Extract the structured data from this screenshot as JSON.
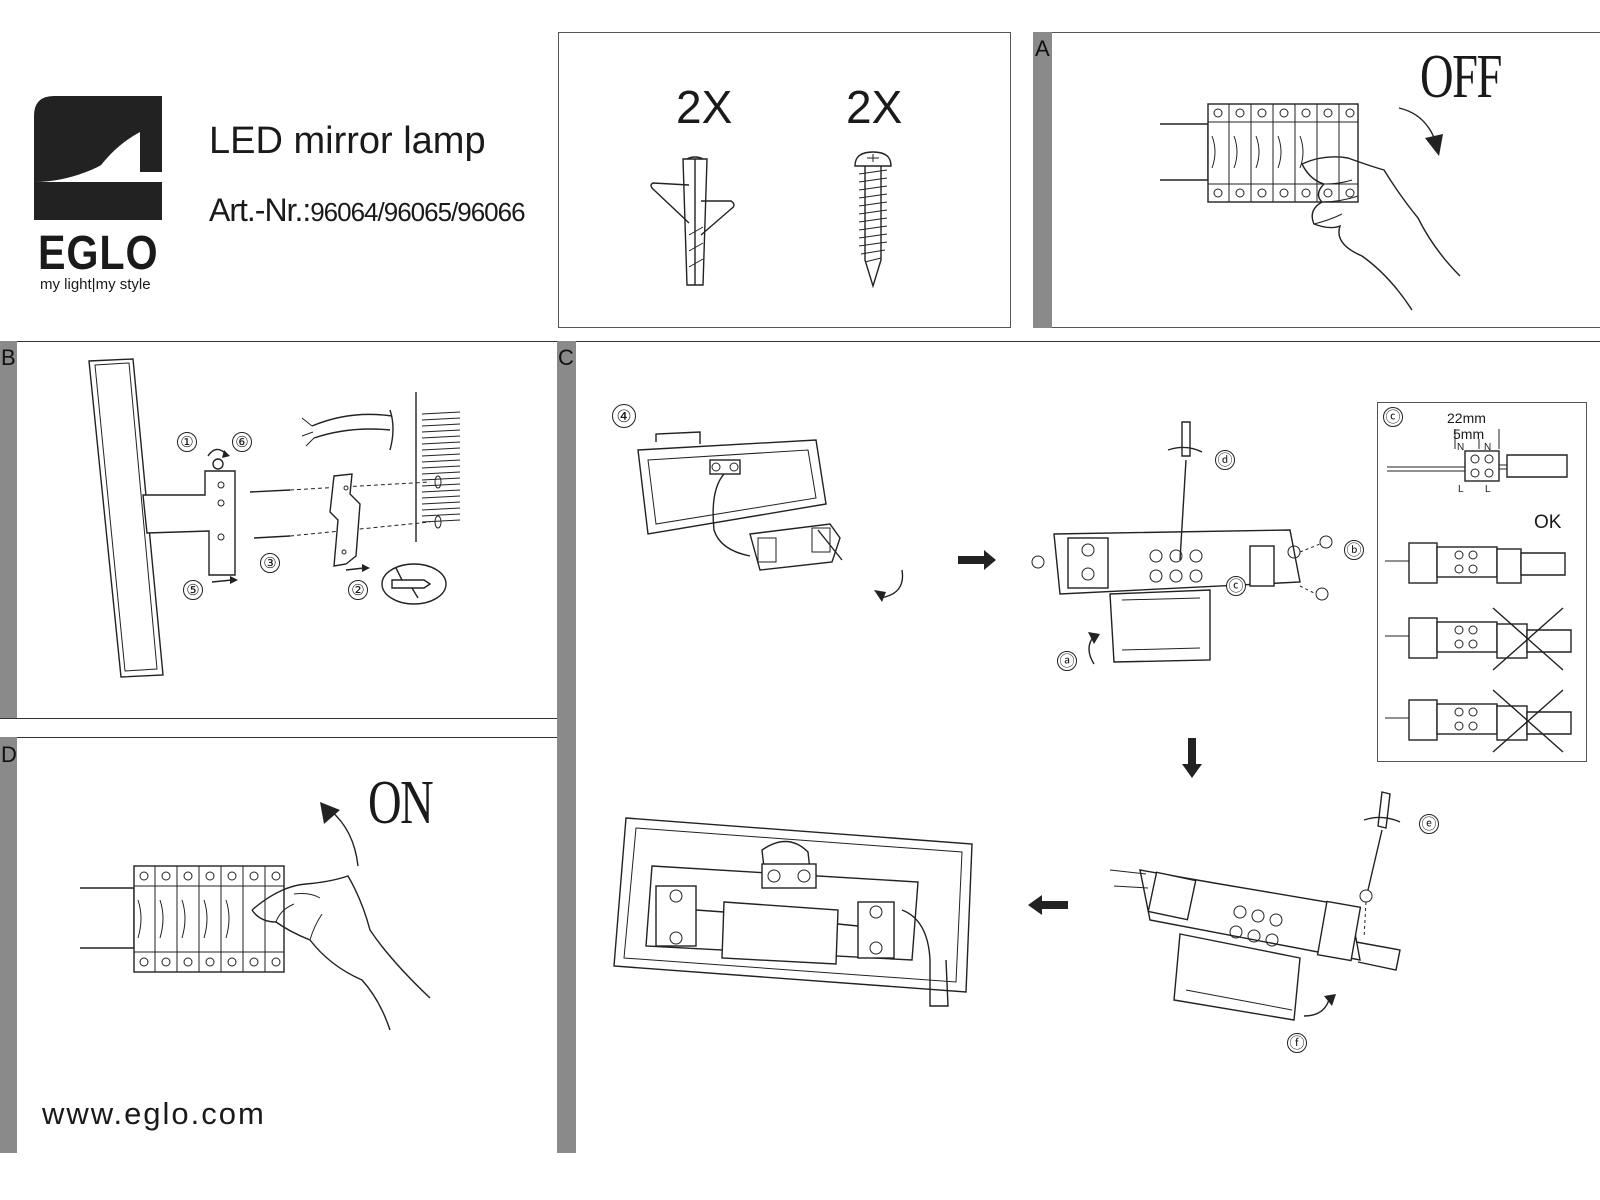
{
  "brand": {
    "name": "EGLO",
    "slogan": "my light|my style",
    "website": "www.eglo.com"
  },
  "product": {
    "title": "LED mirror lamp",
    "art_label": "Art.-Nr.:",
    "art_numbers": "96064/96065/96066"
  },
  "parts": [
    {
      "qty": "2X",
      "name": "wall-plug"
    },
    {
      "qty": "2X",
      "name": "screw"
    }
  ],
  "sections": {
    "A": {
      "letter": "A",
      "caption": "OFF"
    },
    "B": {
      "letter": "B",
      "steps": [
        "①",
        "⑥",
        "③",
        "⑤",
        "②"
      ]
    },
    "C": {
      "letter": "C",
      "step": "④",
      "sub_labels": [
        "ⓓ",
        "ⓑ",
        "ⓒ",
        "ⓐ",
        "ⓔ",
        "ⓕ"
      ],
      "detail": {
        "label": "ⓒ",
        "dim_strip": "22mm",
        "dim_bare": "5mm",
        "n_label": "N",
        "l_label": "L",
        "ok": "OK"
      }
    },
    "D": {
      "letter": "D",
      "caption": "ON"
    }
  },
  "icons": [
    "eglo-logo",
    "wall-plug-icon",
    "screw-icon",
    "hand-icon",
    "circuit-breaker-icon",
    "screwdriver-icon",
    "arrow-icon",
    "cross-icon"
  ]
}
